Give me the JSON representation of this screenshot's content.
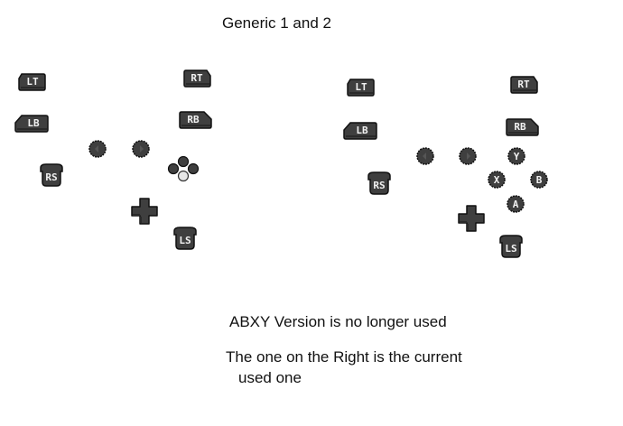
{
  "title": "Generic 1 and 2",
  "notes": {
    "line1": "ABXY Version is no longer used",
    "line2": "The one on the Right is the current",
    "line3": "used one"
  },
  "colors": {
    "button_fill": "#3f3f3f",
    "button_outline": "#111111",
    "button_highlight": "#5a5a5a",
    "label": "#f2f2f2",
    "face_button_empty": "#e6e6e6"
  },
  "layouts": [
    {
      "name": "left-layout",
      "triggers": {
        "lt": "LT",
        "rt": "RT",
        "lb": "LB",
        "rb": "RB"
      },
      "sticks": {
        "rs": "RS",
        "ls": "LS"
      },
      "menu_buttons": [
        "back-icon",
        "start-icon"
      ],
      "face_buttons": {
        "style": "blank-dots",
        "highlighted": "bottom"
      },
      "dpad": "dpad-icon"
    },
    {
      "name": "right-layout",
      "triggers": {
        "lt": "LT",
        "rt": "RT",
        "lb": "LB",
        "rb": "RB"
      },
      "sticks": {
        "rs": "RS",
        "ls": "LS"
      },
      "menu_buttons": [
        "back-icon",
        "start-icon"
      ],
      "face_buttons": {
        "style": "lettered",
        "y": "Y",
        "x": "X",
        "b": "B",
        "a": "A"
      },
      "dpad": "dpad-icon"
    }
  ]
}
